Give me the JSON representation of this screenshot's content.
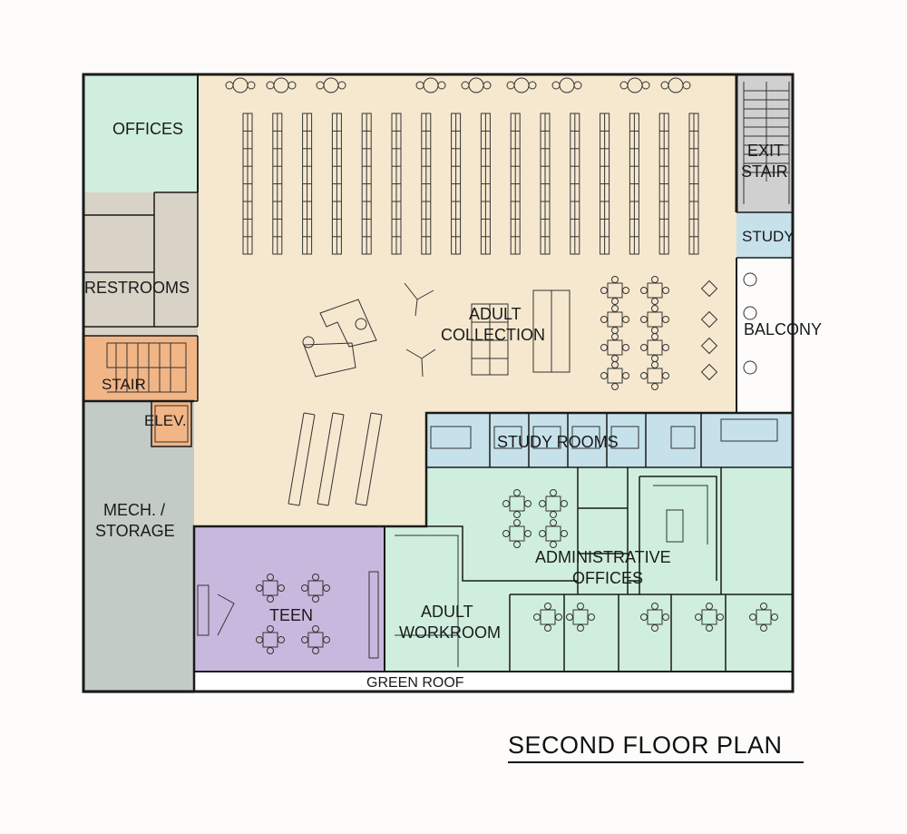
{
  "title": "SECOND FLOOR PLAN",
  "rooms": {
    "offices": "OFFICES",
    "restrooms": "RESTROOMS",
    "stair": "STAIR",
    "elev": "ELEV.",
    "mech_1": "MECH. /",
    "mech_2": "STORAGE",
    "adult_collection_1": "ADULT",
    "adult_collection_2": "COLLECTION",
    "exit_stair_1": "EXIT",
    "exit_stair_2": "STAIR",
    "study": "STUDY",
    "balcony": "BALCONY",
    "study_rooms": "STUDY ROOMS",
    "administrative_1": "ADMINISTRATIVE",
    "administrative_2": "OFFICES",
    "teen": "TEEN",
    "adult_workroom_1": "ADULT",
    "adult_workroom_2": "WORKROOM",
    "green_roof": "GREEN ROOF"
  },
  "colors": {
    "offices": "#cfeedd",
    "restrooms": "#d8d3c6",
    "stair": "#f2b586",
    "mech": "#c3cbc6",
    "collection": "#f6e8cf",
    "exit_stair": "#d0d0d0",
    "study": "#c6e1ea",
    "teen": "#c9b8de",
    "admin": "#cfeedd",
    "green_roof": "#ffffff"
  }
}
